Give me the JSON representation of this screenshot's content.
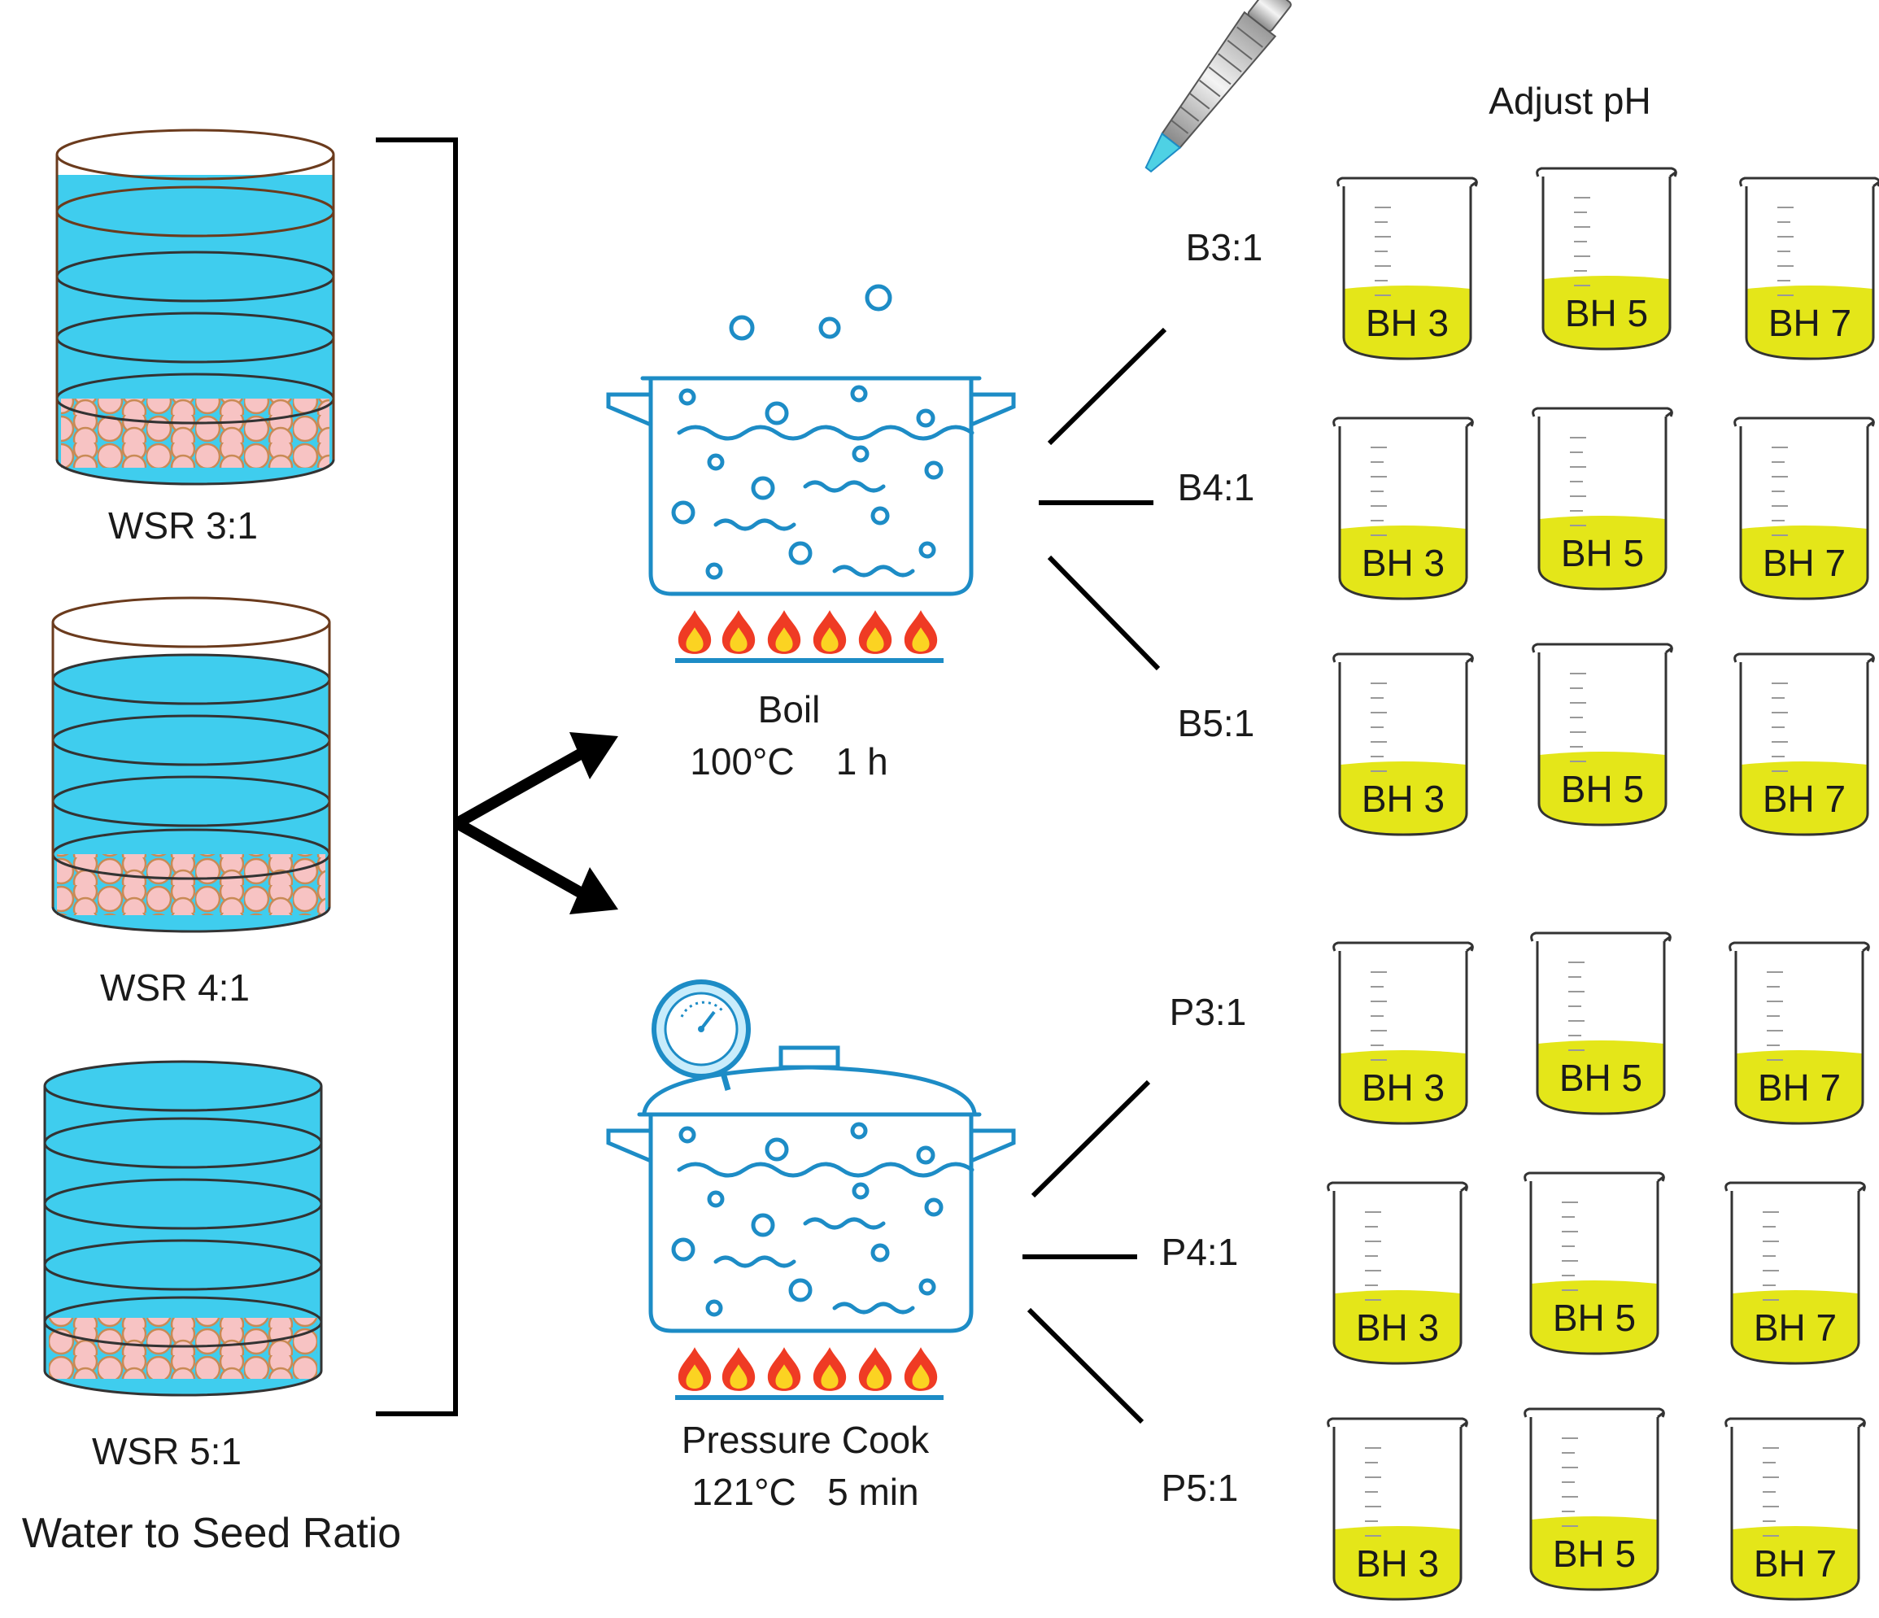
{
  "jars": [
    {
      "label": "WSR 3:1"
    },
    {
      "label": "WSR 4:1"
    },
    {
      "label": "WSR 5:1"
    }
  ],
  "jars_caption": "Water to Seed Ratio",
  "boil": {
    "title": "Boil",
    "condition": "100°C    1 h"
  },
  "pressure": {
    "title": "Pressure Cook",
    "condition": "121°C   5 min"
  },
  "adjust_label": "Adjust pH",
  "rows": [
    {
      "label": "B3:1",
      "beakers": [
        "BH 3",
        "BH 5",
        "BH 7"
      ]
    },
    {
      "label": "B4:1",
      "beakers": [
        "BH 3",
        "BH 5",
        "BH 7"
      ]
    },
    {
      "label": "B5:1",
      "beakers": [
        "BH 3",
        "BH 5",
        "BH 7"
      ]
    },
    {
      "label": "P3:1",
      "beakers": [
        "BH 3",
        "BH 5",
        "BH 7"
      ]
    },
    {
      "label": "P4:1",
      "beakers": [
        "BH 3",
        "BH 5",
        "BH 7"
      ]
    },
    {
      "label": "P5:1",
      "beakers": [
        "BH 3",
        "BH 5",
        "BH 7"
      ]
    }
  ],
  "colors": {
    "water": "#3fcdee",
    "seed_fill": "#f7c3c3",
    "seed_stroke": "#c98a55",
    "pot_stroke": "#1d8cc6",
    "liquid": "#e4e619",
    "flame_outer": "#ef3b24",
    "flame_inner": "#fbd322",
    "tip": "#4ed1e4"
  },
  "icons": [
    "pipette-icon",
    "pressure-gauge-icon",
    "flame-icon",
    "beaker-icon",
    "cooking-pot-icon",
    "arrow-icon"
  ]
}
